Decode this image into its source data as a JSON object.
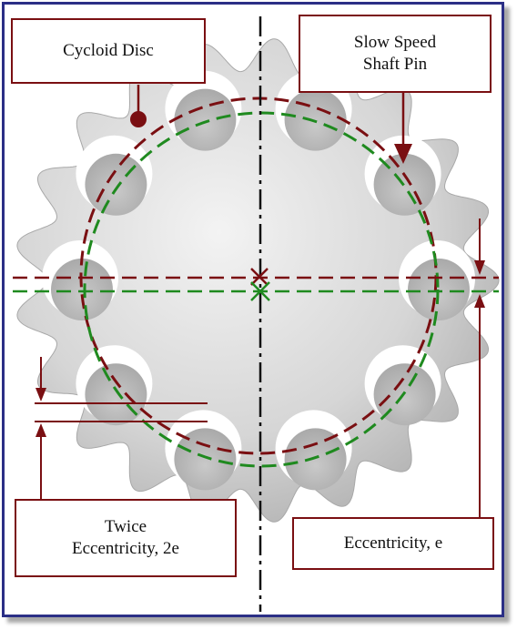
{
  "labels": {
    "cycloid_disc": "Cycloid Disc",
    "slow_speed_line1": "Slow Speed",
    "slow_speed_line2": "Shaft Pin",
    "twice_line1": "Twice",
    "twice_line2": "Eccentricity, 2e",
    "eccentricity": "Eccentricity, e"
  },
  "colors": {
    "frame": "#2b2f86",
    "dark_red": "#7a0f12",
    "green": "#1f8a1f",
    "disc_light": "#efefef",
    "disc_dark": "#bdbdbd",
    "centerline": "#111111"
  }
}
